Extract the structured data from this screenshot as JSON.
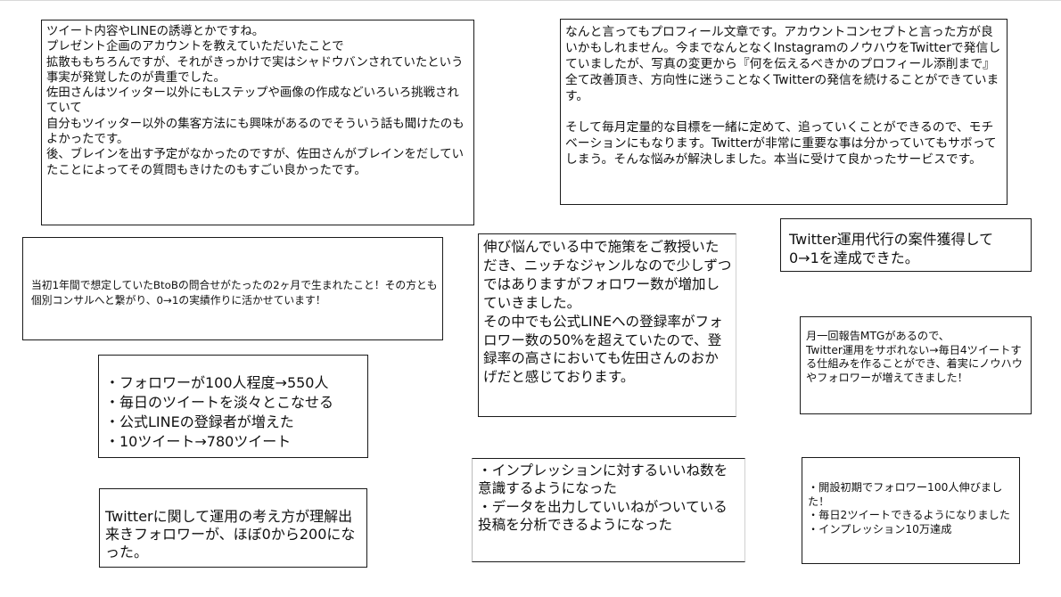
{
  "testimonials": [
    {
      "id": "c1",
      "text": "ツイート内容やLINEの誘導とかですね。\nプレゼント企画のアカウントを教えていただいたことで\n拡散ももちろんですが、それがきっかけで実はシャドウバンされていたという事実が発覚したのが貴重でした。\n佐田さんはツイッター以外にもLステップや画像の作成などいろいろ挑戦されていて\n自分もツイッター以外の集客方法にも興味があるのでそういう話も聞けたのもよかったです。\n後、ブレインを出す予定がなかったのですが、佐田さんがブレインをだしていたことによってその質問もきけたのもすごい良かったです。"
    },
    {
      "id": "c2",
      "text": "なんと言ってもプロフィール文章です。アカウントコンセプトと言った方が良いかもしれません。今までなんとなくInstagramのノウハウをTwitterで発信していましたが、写真の変更から『何を伝えるべきかのプロフィール添削まで』全て改善頂き、方向性に迷うことなくTwitterの発信を続けることができています。\n\nそして毎月定量的な目標を一緒に定めて、追っていくことができるので、モチベーションにもなります。Twitterが非常に重要な事は分かっていてもサボってしまう。そんな悩みが解決しました。本当に受けて良かったサービスです。"
    },
    {
      "id": "c3",
      "text": "当初1年間で想定していたBtoBの問合せがたったの2ヶ月で生まれたこと！その方とも個別コンサルへと繋がり、0→1の実績作りに活かせています！"
    },
    {
      "id": "c4",
      "text": "伸び悩んでいる中で施策をご教授いただき、ニッチなジャンルなので少しずつではありますがフォロワー数が増加していきました。\nその中でも公式LINEへの登録率がフォロワー数の50%を超えていたので、登録率の高さにおいても佐田さんのおかげだと感じております。"
    },
    {
      "id": "c5",
      "text": "Twitter運用代行の案件獲得して\n0→1を達成できた。"
    },
    {
      "id": "c6",
      "text": "月一回報告MTGがあるので、\nTwitter運用をサボれない→毎日4ツイートする仕組みを作ることができ、着実にノウハウやフォロワーが増えてきました！"
    },
    {
      "id": "c7",
      "text": "・フォロワーが100人程度→550人\n・毎日のツイートを淡々とこなせる\n・公式LINEの登録者が増えた\n・10ツイート→780ツイート"
    },
    {
      "id": "c8",
      "text": "Twitterに関して運用の考え方が理解出来きフォロワーが、ほぼ0から200になった。"
    },
    {
      "id": "c9",
      "text": "・インプレッションに対するいいね数を意識するようになった\n・データを出力していいねがついている投稿を分析できるようになった"
    },
    {
      "id": "c10",
      "text": "・開設初期でフォロワー100人伸びました！\n・毎日2ツイートできるようになりました\n・インプレッション10万達成"
    }
  ]
}
